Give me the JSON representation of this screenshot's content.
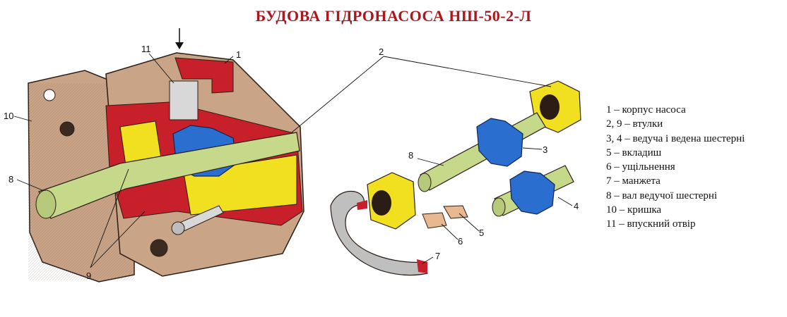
{
  "title": "БУДОВА ГІДРОНАСОСА НШ-50-2-Л",
  "callouts": {
    "c1": "1",
    "c2": "2",
    "c3": "3",
    "c4": "4",
    "c5": "5",
    "c6": "6",
    "c7": "7",
    "c8_left": "8",
    "c8_right": "8",
    "c9": "9",
    "c10": "10",
    "c11": "11"
  },
  "legend": [
    "1 – корпус насоса",
    "2, 9 – втулки",
    "3, 4 – ведуча і ведена шестерні",
    "5 – вкладиш",
    "6 – ущільнення",
    "7 – манжета",
    "8 – вал ведучої шестерні",
    "10 – кришка",
    "11 – впускний отвір"
  ],
  "colors": {
    "title": "#a8181e",
    "body": "#c9a487",
    "section": "#c8202a",
    "bushing": "#f0e020",
    "gear": "#2a6fd0",
    "shaft": "#c6d88a"
  }
}
